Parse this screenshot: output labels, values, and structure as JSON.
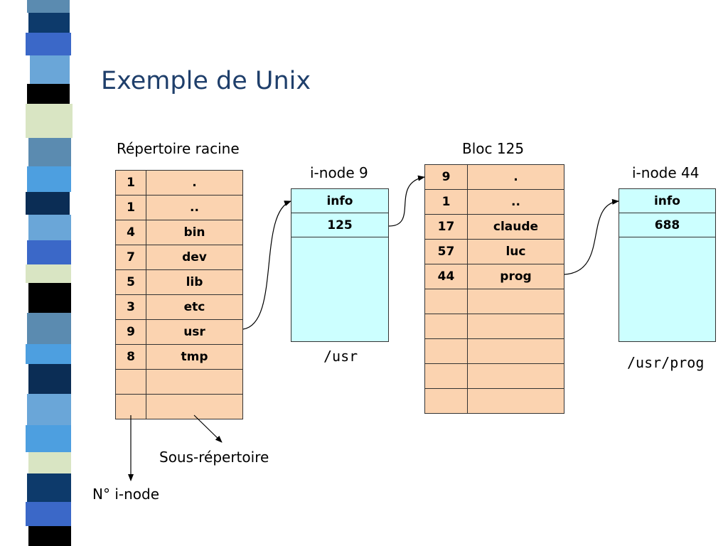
{
  "title": "Exemple de Unix",
  "labels": {
    "root": "Répertoire racine",
    "inode9": "i-node 9",
    "bloc125": "Bloc 125",
    "inode44": "i-node 44",
    "usr_path": "/usr",
    "usrprog_path": "/usr/prog",
    "sous_repertoire": "Sous-répertoire",
    "n_inode": "N° i-node"
  },
  "root_dir": [
    {
      "inode": "1",
      "name": "."
    },
    {
      "inode": "1",
      "name": ".."
    },
    {
      "inode": "4",
      "name": "bin"
    },
    {
      "inode": "7",
      "name": "dev"
    },
    {
      "inode": "5",
      "name": "lib"
    },
    {
      "inode": "3",
      "name": "etc"
    },
    {
      "inode": "9",
      "name": "usr"
    },
    {
      "inode": "8",
      "name": "tmp"
    },
    {
      "inode": "",
      "name": ""
    },
    {
      "inode": "",
      "name": ""
    }
  ],
  "inode9": {
    "cells": [
      "info",
      "125"
    ]
  },
  "bloc125": [
    {
      "inode": "9",
      "name": "."
    },
    {
      "inode": "1",
      "name": ".."
    },
    {
      "inode": "17",
      "name": "claude"
    },
    {
      "inode": "57",
      "name": "luc"
    },
    {
      "inode": "44",
      "name": "prog"
    },
    {
      "inode": "",
      "name": ""
    },
    {
      "inode": "",
      "name": ""
    },
    {
      "inode": "",
      "name": ""
    },
    {
      "inode": "",
      "name": ""
    },
    {
      "inode": "",
      "name": ""
    }
  ],
  "inode44": {
    "cells": [
      "info",
      "688"
    ]
  },
  "colors": {
    "title": "#1f3f6b",
    "dir_fill": "#fbd3b0",
    "inode_fill": "#ccffff"
  }
}
